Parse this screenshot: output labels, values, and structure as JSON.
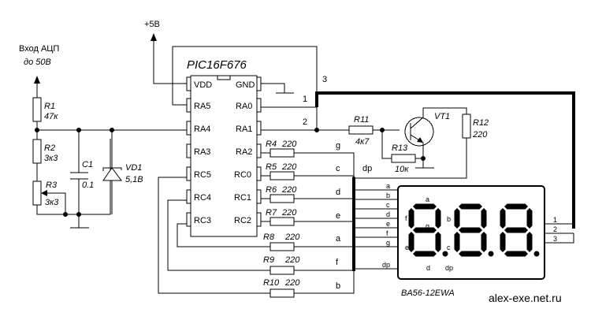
{
  "title_label": "PIC16F676 ADC voltmeter with 7-segment display",
  "power": {
    "supply": "+5В"
  },
  "input": {
    "label": "Вход АЦП",
    "range": "до 50В"
  },
  "mcu": {
    "name": "PIC16F676",
    "pins_left": [
      "VDD",
      "RA5",
      "RA4",
      "RA3",
      "RC5",
      "RC4",
      "RC3"
    ],
    "pins_right": [
      "GND",
      "RA0",
      "RA1",
      "RA2",
      "RC0",
      "RC1",
      "RC2"
    ]
  },
  "components": {
    "R1": {
      "ref": "R1",
      "value": "47к"
    },
    "R2": {
      "ref": "R2",
      "value": "3к3"
    },
    "R3": {
      "ref": "R3",
      "value": "3к3"
    },
    "C1": {
      "ref": "C1",
      "value": "0.1"
    },
    "VD1": {
      "ref": "VD1",
      "value": "5,1В"
    },
    "R4": {
      "ref": "R4",
      "value": "220"
    },
    "R5": {
      "ref": "R5",
      "value": "220"
    },
    "R6": {
      "ref": "R6",
      "value": "220"
    },
    "R7": {
      "ref": "R7",
      "value": "220"
    },
    "R8": {
      "ref": "R8",
      "value": "220"
    },
    "R9": {
      "ref": "R9",
      "value": "220"
    },
    "R10": {
      "ref": "R10",
      "value": "220"
    },
    "R11": {
      "ref": "R11",
      "value": "4к7"
    },
    "R12": {
      "ref": "R12",
      "value": "220"
    },
    "R13": {
      "ref": "R13",
      "value": "10к"
    },
    "VT1": {
      "ref": "VT1"
    }
  },
  "segment_nets": [
    "g",
    "c",
    "d",
    "e",
    "a",
    "f",
    "b"
  ],
  "bus_labels": {
    "dp": "dp"
  },
  "digit_lines": [
    "1",
    "2",
    "3"
  ],
  "display": {
    "part": "BA56-12EWA",
    "pins_left": [
      "a",
      "b",
      "c",
      "d",
      "e",
      "f",
      "g",
      "dp"
    ],
    "segment_labels": {
      "a": "a",
      "b": "b",
      "c": "c",
      "d": "d",
      "e": "e",
      "f": "f",
      "g": "g",
      "dp": "dp"
    },
    "digits_pins": [
      "1",
      "2",
      "3"
    ]
  },
  "watermark": "alex-exe.net.ru"
}
